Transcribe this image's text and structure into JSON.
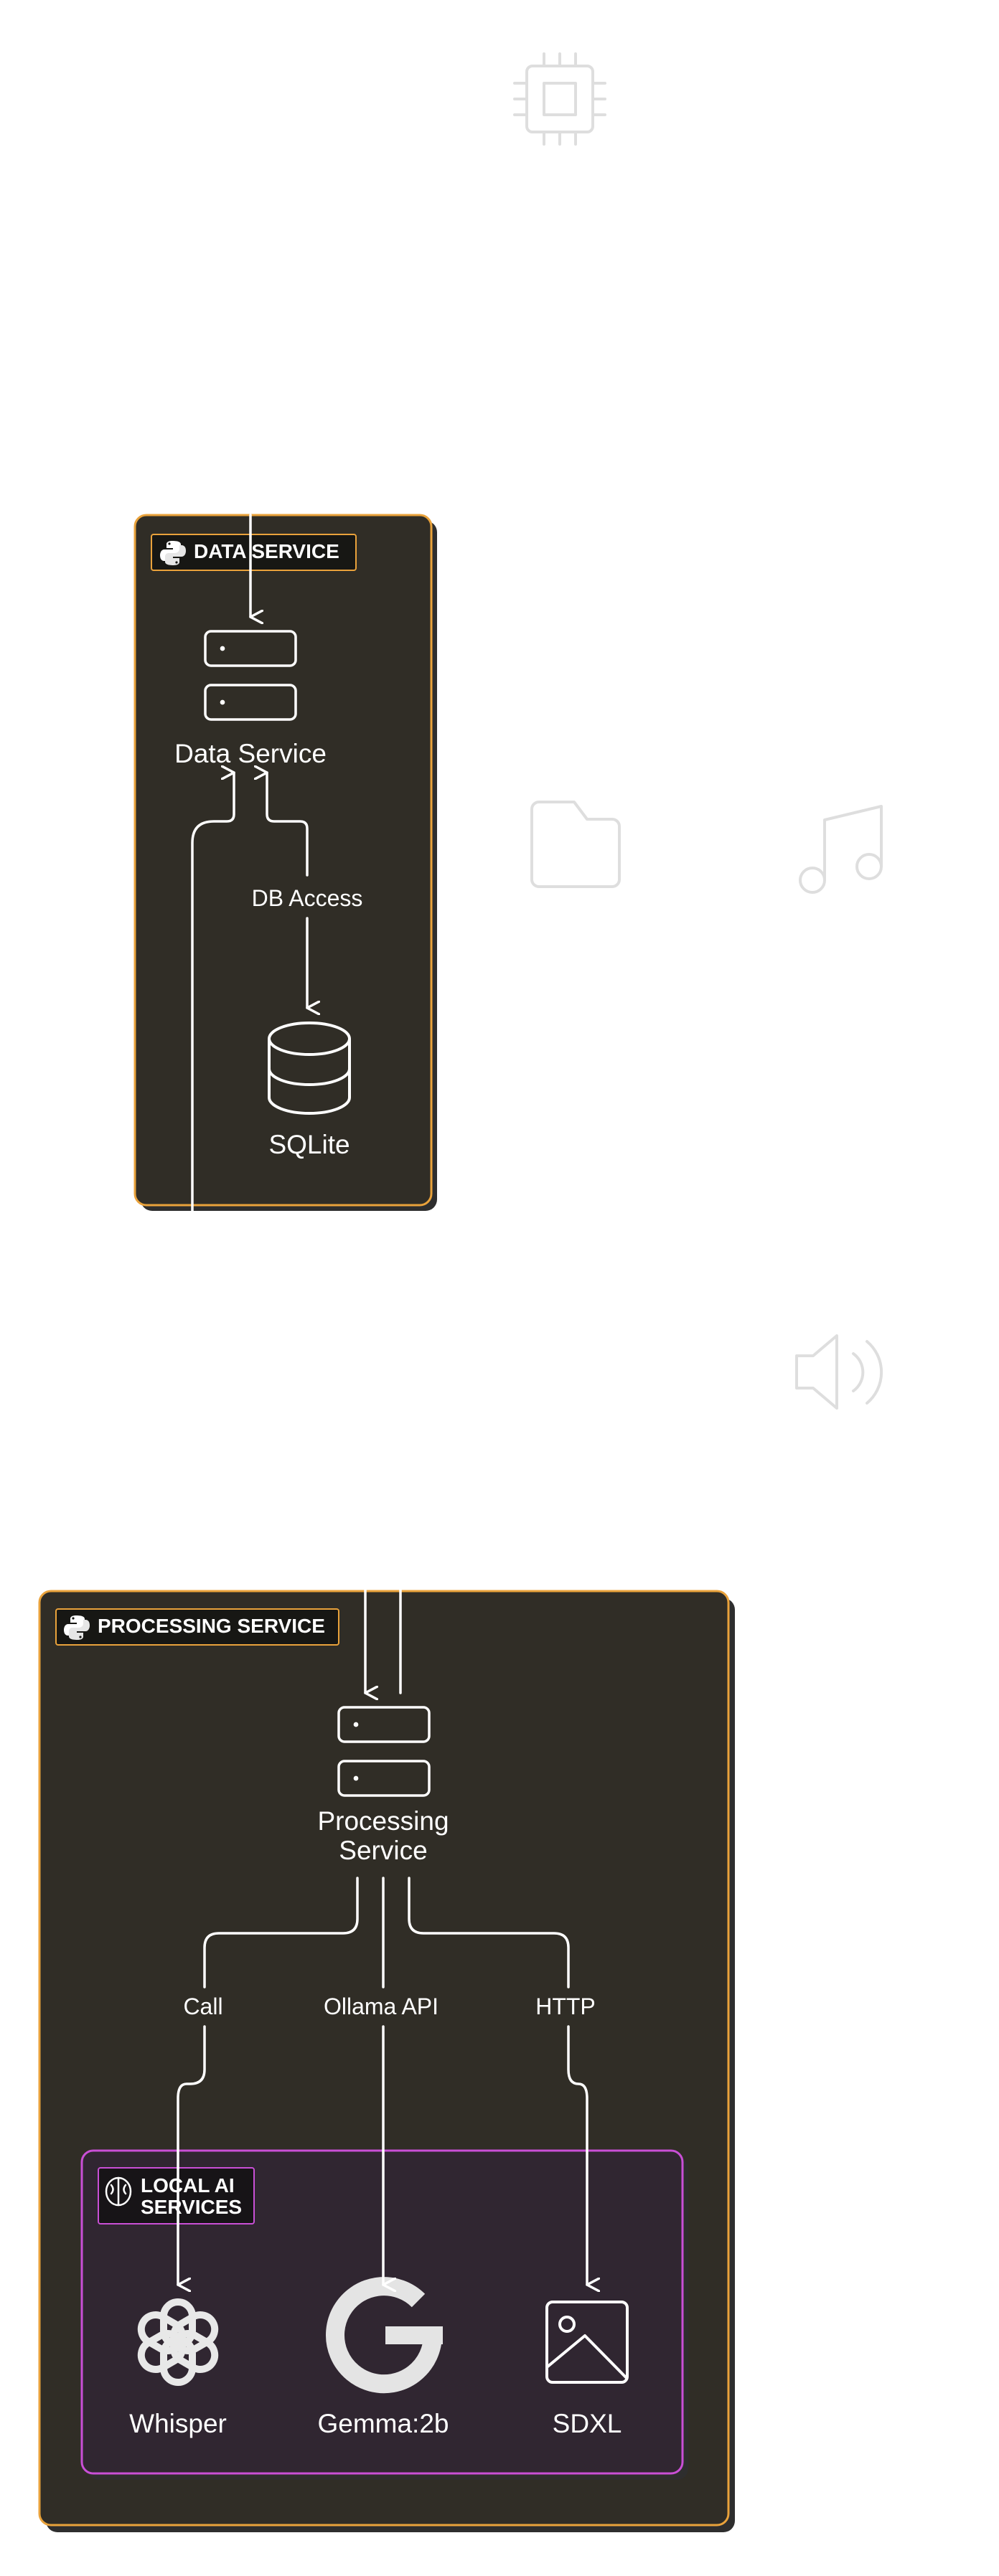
{
  "groups": {
    "data_service": {
      "title": "DATA SERVICE",
      "accent": "#e9a23b",
      "icon": "python-icon"
    },
    "processing_service": {
      "title": "PROCESSING SERVICE",
      "accent": "#e9a23b",
      "icon": "python-icon"
    },
    "local_ai_services": {
      "title_line1": "LOCAL AI",
      "title_line2": "SERVICES",
      "accent": "#c94fd6",
      "icon": "brain-icon"
    }
  },
  "nodes": {
    "data_service": {
      "label": "Data Service",
      "icon": "server-icon"
    },
    "sqlite": {
      "label": "SQLite",
      "icon": "database-icon"
    },
    "processing_line1": "Processing",
    "processing_line2": "Service",
    "processing_icon": "server-icon",
    "whisper": {
      "label": "Whisper",
      "icon": "openai-icon"
    },
    "gemma": {
      "label": "Gemma:2b",
      "icon": "google-icon"
    },
    "sdxl": {
      "label": "SDXL",
      "icon": "image-icon"
    }
  },
  "edges": {
    "db_access": "DB Access",
    "call": "Call",
    "ollama_api": "Ollama API",
    "http": "HTTP"
  },
  "decorations": [
    "cpu-icon",
    "folder-icon",
    "music-icon",
    "speaker-icon"
  ],
  "colors": {
    "panel_bg": "#302d26",
    "inner_panel_bg": "#302631",
    "line": "#ffffff",
    "faint_icon": "#dedede"
  }
}
